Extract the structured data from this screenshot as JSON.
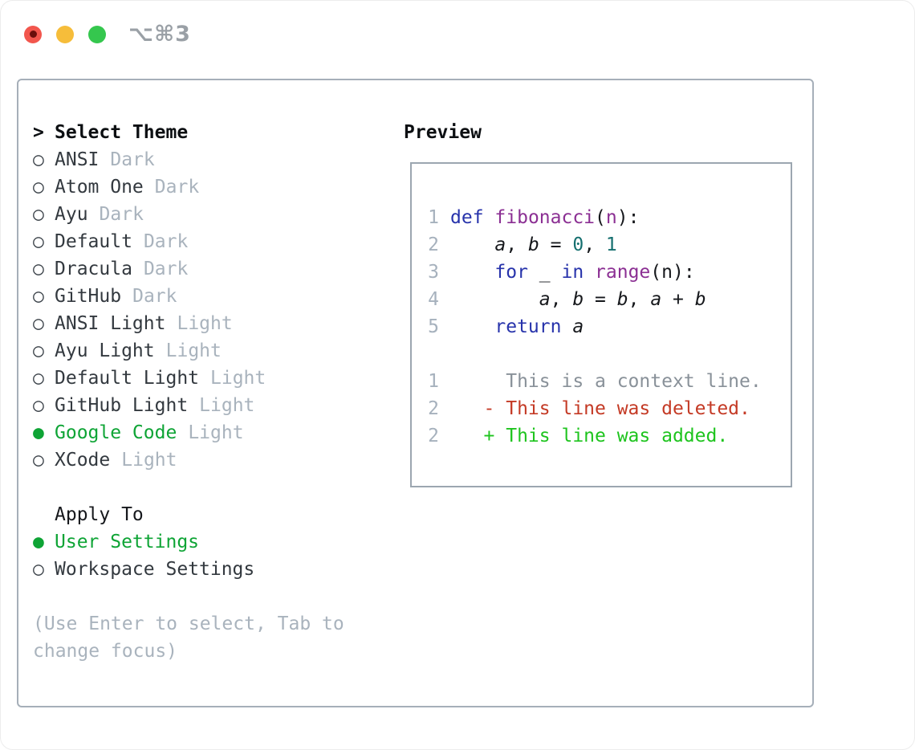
{
  "titlebar": {
    "shortcut": "⌥⌘3"
  },
  "ui_colors": {
    "selection_green": "#0ea435",
    "muted_gray": "#a9b3bd",
    "panel_border": "#a6afb9",
    "preview_border": "#9ca6b0",
    "traffic_red": "#f2564d",
    "traffic_yellow": "#f6bd3a",
    "traffic_green": "#35c74e",
    "header_black": "#0c0f12",
    "item_text": "#33393f"
  },
  "themes": {
    "header_prefix": ">",
    "header": "Select Theme",
    "items": [
      {
        "name": "ANSI",
        "variant": "Dark",
        "bullet": "○",
        "selected": false
      },
      {
        "name": "Atom One",
        "variant": "Dark",
        "bullet": "○",
        "selected": false
      },
      {
        "name": "Ayu",
        "variant": "Dark",
        "bullet": "○",
        "selected": false
      },
      {
        "name": "Default",
        "variant": "Dark",
        "bullet": "○",
        "selected": false
      },
      {
        "name": "Dracula",
        "variant": "Dark",
        "bullet": "○",
        "selected": false
      },
      {
        "name": "GitHub",
        "variant": "Dark",
        "bullet": "○",
        "selected": false
      },
      {
        "name": "ANSI Light",
        "variant": "Light",
        "bullet": "○",
        "selected": false
      },
      {
        "name": "Ayu Light",
        "variant": "Light",
        "bullet": "○",
        "selected": false
      },
      {
        "name": "Default Light",
        "variant": "Light",
        "bullet": "○",
        "selected": false
      },
      {
        "name": "GitHub Light",
        "variant": "Light",
        "bullet": "○",
        "selected": false
      },
      {
        "name": "Google Code",
        "variant": "Light",
        "bullet": "●",
        "selected": true
      },
      {
        "name": "XCode",
        "variant": "Light",
        "bullet": "○",
        "selected": false
      }
    ]
  },
  "apply_to": {
    "header": "Apply To",
    "options": [
      {
        "label": "User Settings",
        "bullet": "●",
        "selected": true
      },
      {
        "label": "Workspace Settings",
        "bullet": "○",
        "selected": false
      }
    ]
  },
  "help_text": "(Use Enter to select, Tab to change focus)",
  "preview": {
    "header": "Preview",
    "colors": {
      "keyword": "#2733ab",
      "function": "#8b2f93",
      "param": "#8b2f93",
      "number": "#156f6f",
      "plain": "#16181c",
      "context": "#899199",
      "deleted": "#c43a25",
      "added": "#1ec41e"
    },
    "lines": [
      {
        "num": "1",
        "tokens": [
          {
            "t": "def",
            "c": "keyword"
          },
          {
            "t": " ",
            "c": "plain"
          },
          {
            "t": "fibonacci",
            "c": "function"
          },
          {
            "t": "(",
            "c": "plain"
          },
          {
            "t": "n",
            "c": "param"
          },
          {
            "t": "):",
            "c": "plain"
          }
        ]
      },
      {
        "num": "2",
        "tokens": [
          {
            "t": "    ",
            "c": "plain"
          },
          {
            "t": "a",
            "c": "plain",
            "i": true
          },
          {
            "t": ", ",
            "c": "plain"
          },
          {
            "t": "b",
            "c": "plain",
            "i": true
          },
          {
            "t": " = ",
            "c": "plain"
          },
          {
            "t": "0",
            "c": "number"
          },
          {
            "t": ", ",
            "c": "plain"
          },
          {
            "t": "1",
            "c": "number"
          }
        ]
      },
      {
        "num": "3",
        "tokens": [
          {
            "t": "    ",
            "c": "plain"
          },
          {
            "t": "for",
            "c": "keyword"
          },
          {
            "t": " _ ",
            "c": "plain"
          },
          {
            "t": "in",
            "c": "keyword"
          },
          {
            "t": " ",
            "c": "plain"
          },
          {
            "t": "range",
            "c": "function"
          },
          {
            "t": "(n):",
            "c": "plain"
          }
        ]
      },
      {
        "num": "4",
        "tokens": [
          {
            "t": "        ",
            "c": "plain"
          },
          {
            "t": "a",
            "c": "plain",
            "i": true
          },
          {
            "t": ", ",
            "c": "plain"
          },
          {
            "t": "b",
            "c": "plain",
            "i": true
          },
          {
            "t": " = ",
            "c": "plain"
          },
          {
            "t": "b",
            "c": "plain",
            "i": true
          },
          {
            "t": ", ",
            "c": "plain"
          },
          {
            "t": "a",
            "c": "plain",
            "i": true
          },
          {
            "t": " + ",
            "c": "plain"
          },
          {
            "t": "b",
            "c": "plain",
            "i": true
          }
        ]
      },
      {
        "num": "5",
        "tokens": [
          {
            "t": "    ",
            "c": "plain"
          },
          {
            "t": "return",
            "c": "keyword"
          },
          {
            "t": " ",
            "c": "plain"
          },
          {
            "t": "a",
            "c": "plain",
            "i": true
          }
        ]
      },
      {
        "num": "",
        "tokens": []
      },
      {
        "num": "1",
        "tokens": [
          {
            "t": "     This is a context line.",
            "c": "context"
          }
        ]
      },
      {
        "num": "2",
        "tokens": [
          {
            "t": "   - This line was deleted.",
            "c": "deleted"
          }
        ]
      },
      {
        "num": "2",
        "tokens": [
          {
            "t": "   + This line was added.",
            "c": "added"
          }
        ]
      }
    ]
  }
}
